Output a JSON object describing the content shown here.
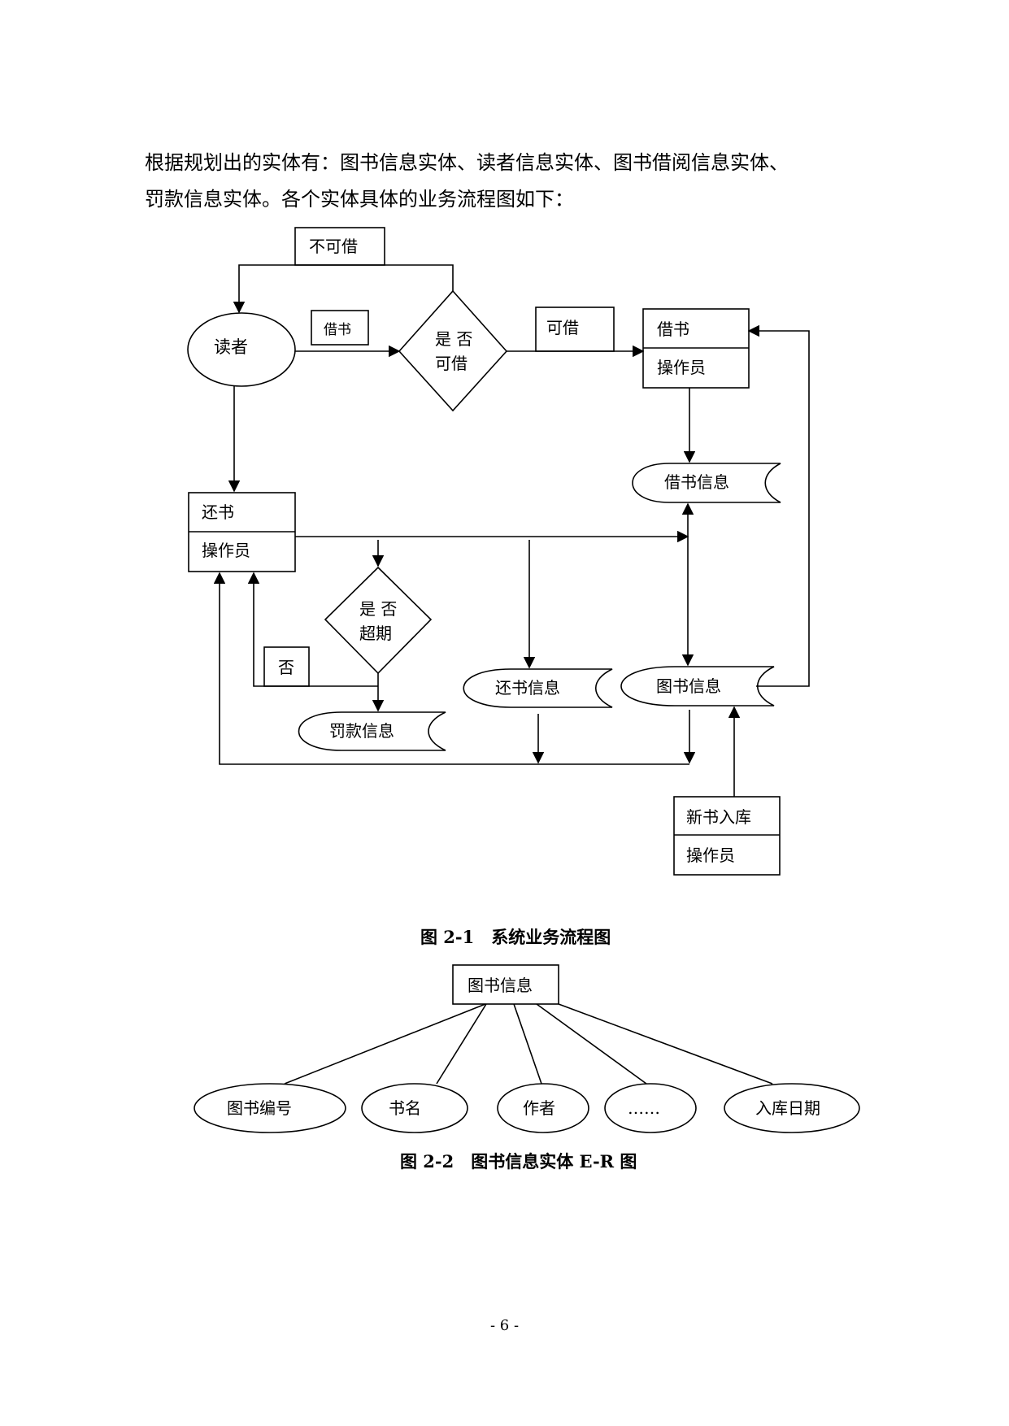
{
  "intro": {
    "line1": "根据规划出的实体有：图书信息实体、读者信息实体、图书借阅信息实体、",
    "line2": "罚款信息实体。各个实体具体的业务流程图如下："
  },
  "flow": {
    "not_borrowable": "不可借",
    "reader": "读者",
    "borrow_label": "借书",
    "decision_borrow_line1": "是 否",
    "decision_borrow_line2": "可借",
    "borrowable": "可借",
    "borrow_box_title": "借书",
    "borrow_box_role": "操作员",
    "borrow_info": "借书信息",
    "return_box_title": "还书",
    "return_box_role": "操作员",
    "decision_overdue_line1": "是 否",
    "decision_overdue_line2": "超期",
    "no_label": "否",
    "return_info": "还书信息",
    "book_info": "图书信息",
    "fine_info": "罚款信息",
    "new_book_title": "新书入库",
    "new_book_role": "操作员"
  },
  "figure1_caption": "图 2-1　系统业务流程图",
  "er": {
    "entity": "图书信息",
    "attributes": [
      "图书编号",
      "书名",
      "作者",
      "……",
      "入库日期"
    ]
  },
  "figure2_caption": "图 2-2　图书信息实体 E-R 图",
  "page_number": "- 6 -"
}
